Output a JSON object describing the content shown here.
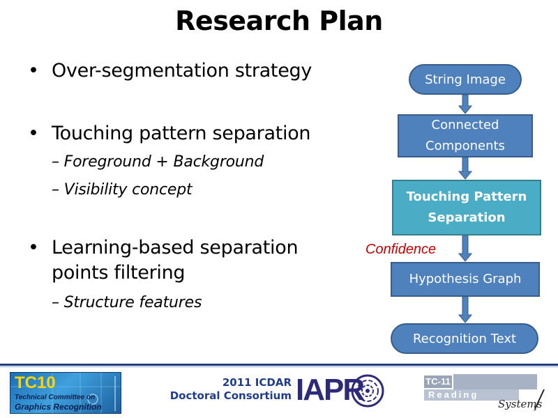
{
  "slide": {
    "title": "Research Plan",
    "bullets": [
      {
        "text": "Over-segmentation strategy",
        "sub": []
      },
      {
        "text": "Touching pattern separation",
        "sub": [
          "Foreground  +  Background",
          "Visibility concept"
        ]
      },
      {
        "text": "Learning-based separation points filtering",
        "sub": [
          "Structure features"
        ]
      }
    ],
    "bullet_symbol": "•",
    "dash_symbol": "–"
  },
  "flowchart": {
    "nodes": [
      {
        "label": "String Image",
        "shape": "rounded"
      },
      {
        "label": "Connected Components",
        "shape": "rect"
      },
      {
        "label": "Touching Pattern Separation",
        "shape": "rect-highlight"
      },
      {
        "label": "Hypothesis Graph",
        "shape": "rect"
      },
      {
        "label": "Recognition Text",
        "shape": "rounded"
      }
    ],
    "edge_label": "Confidence",
    "colors": {
      "node": "#4f81bd",
      "highlight": "#4bacc6",
      "edge_label": "#c00000"
    }
  },
  "footer": {
    "tc10": {
      "title": "TC10",
      "line1": "Technical Committee on",
      "line2": "Graphics Recognition"
    },
    "conference": {
      "line1": "2011 ICDAR",
      "line2": "Doctoral Consortium"
    },
    "iapr": "IAPR",
    "tc11": {
      "tag": "TC-11",
      "band": "Reading",
      "script": "Systems"
    }
  }
}
